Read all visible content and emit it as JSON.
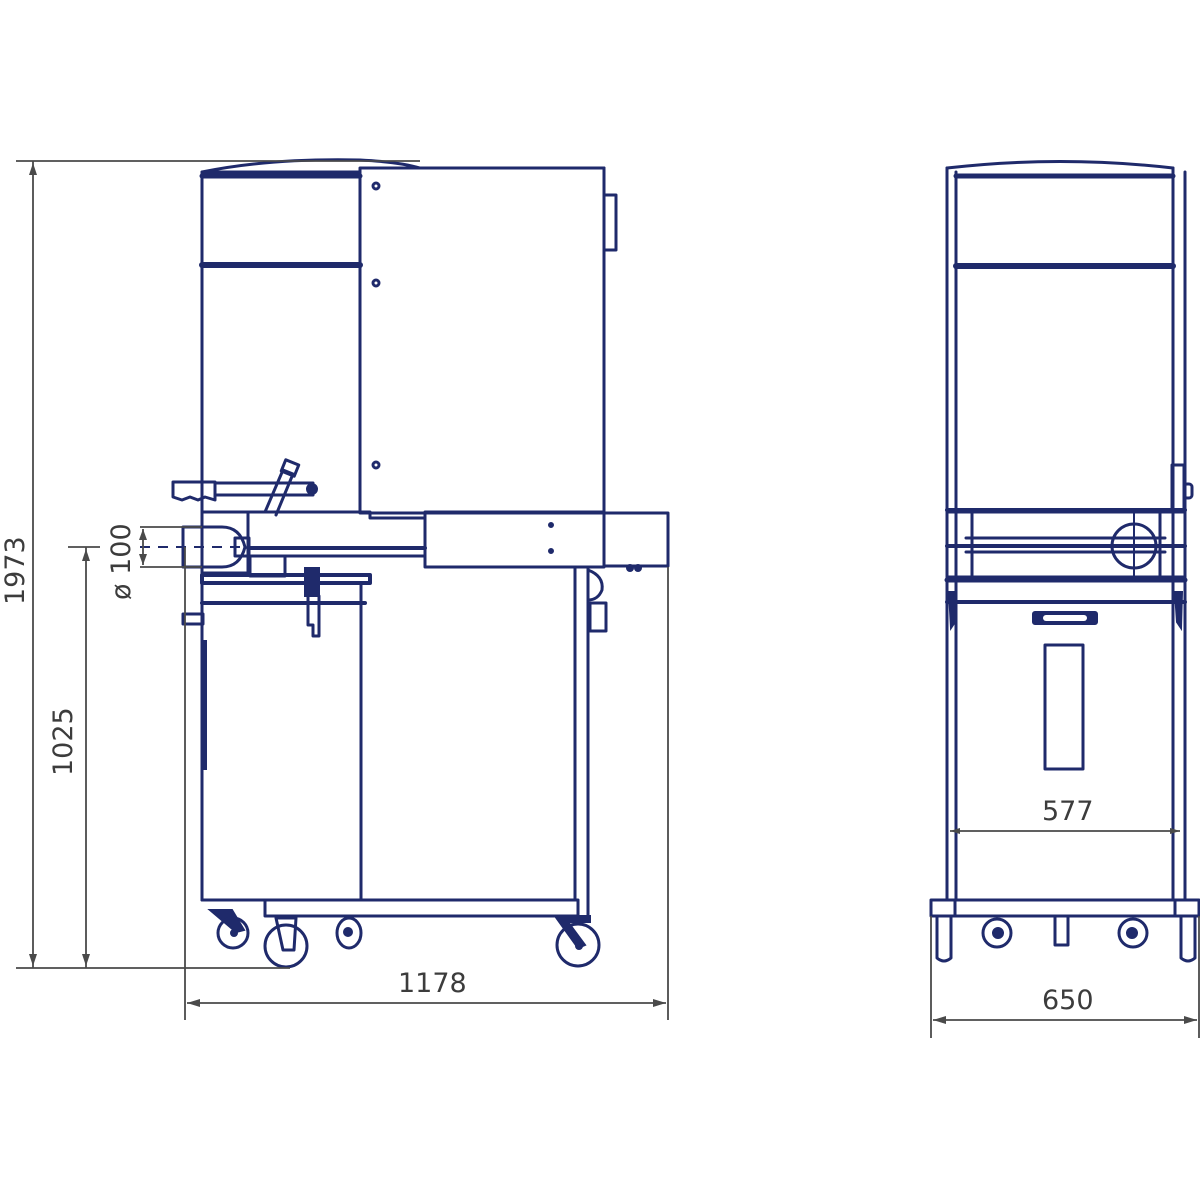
{
  "drawing": {
    "type": "technical dimension drawing",
    "views": [
      "side-view",
      "front-view"
    ],
    "line_color": "#1f2a6b",
    "dimension_color": "#4a4a4a"
  },
  "dimensions": {
    "overall_height": "1973",
    "inlet_diameter": "ø 100",
    "inlet_height": "1025",
    "side_length": "1178",
    "front_inner_width": "577",
    "front_outer_width": "650"
  }
}
